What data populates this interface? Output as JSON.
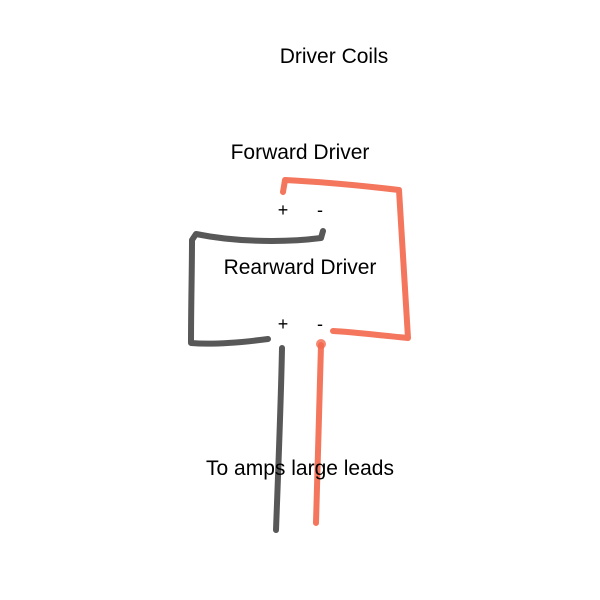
{
  "title": "Driver Coils",
  "forward_driver": {
    "label": "Forward Driver",
    "plus": "+",
    "minus": "-"
  },
  "rearward_driver": {
    "label": "Rearward Driver",
    "plus": "+",
    "minus": "-"
  },
  "leads_label": "To amps large leads",
  "colors": {
    "negative_wire": "#4a4a4a",
    "positive_wire": "#f26a4f",
    "text": "#000000",
    "background": "#ffffff"
  }
}
